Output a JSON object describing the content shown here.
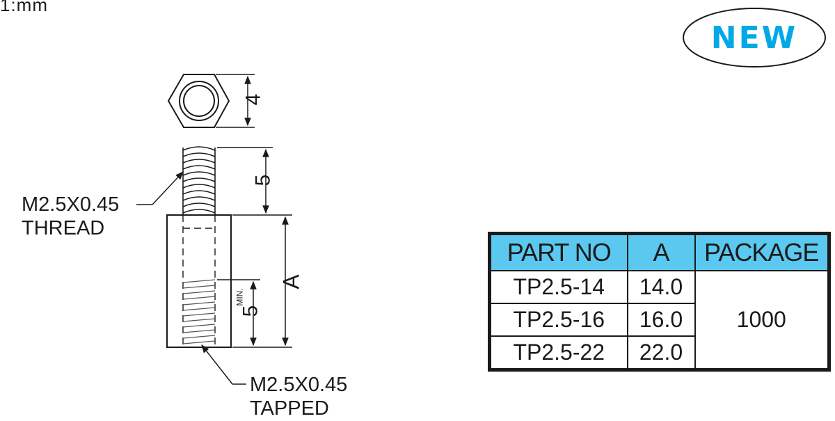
{
  "unit": "1:mm",
  "badge": {
    "text": "NEW",
    "color": "#00a9e6"
  },
  "dimensions": {
    "hex_height": "4",
    "thread_length": "5",
    "tapped_depth": "5",
    "tapped_depth_note": "MIN.",
    "body_length": "A"
  },
  "labels": {
    "thread": {
      "line1": "M2.5X0.45",
      "line2": "THREAD"
    },
    "tapped": {
      "line1": "M2.5X0.45",
      "line2": "TAPPED"
    }
  },
  "table": {
    "header_color": "#5bc8f0",
    "headers": [
      "PART NO",
      "A",
      "PACKAGE"
    ],
    "rows": [
      {
        "part_no": "TP2.5-14",
        "a": "14.0"
      },
      {
        "part_no": "TP2.5-16",
        "a": "16.0"
      },
      {
        "part_no": "TP2.5-22",
        "a": "22.0"
      }
    ],
    "package": "1000"
  }
}
